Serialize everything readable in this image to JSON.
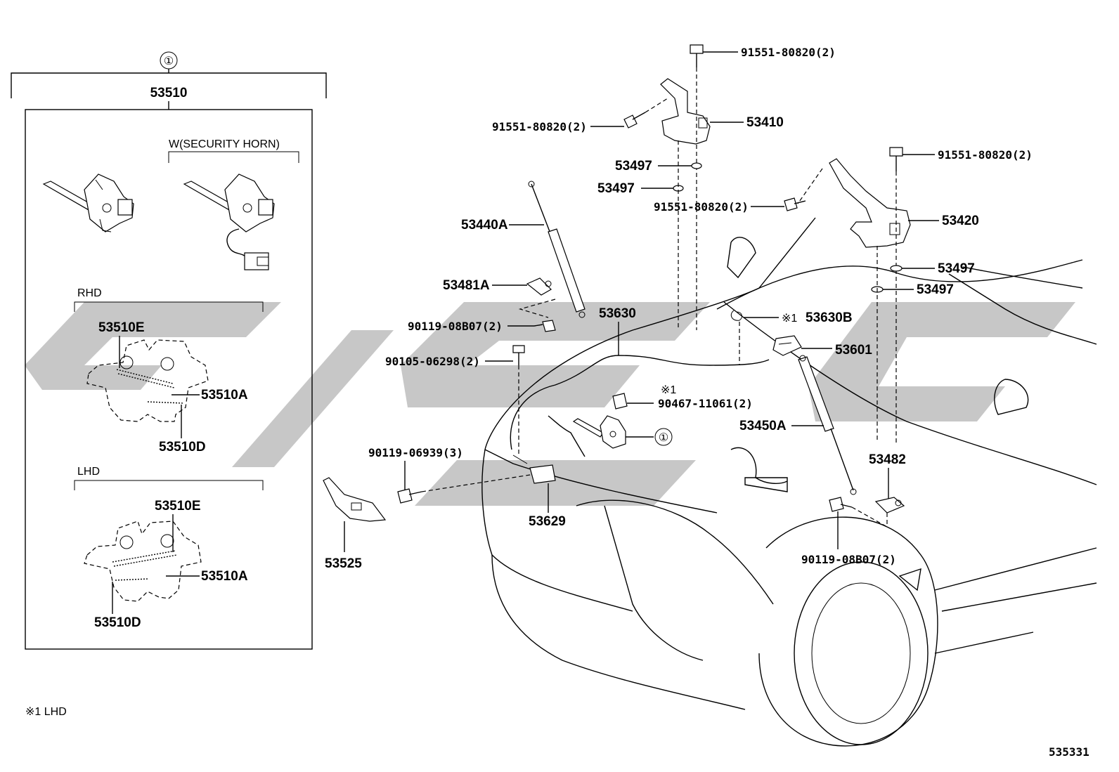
{
  "callouts": {
    "assembly_marker": "①",
    "lhd_note_marker": "※1"
  },
  "inset": {
    "main_part": "53510",
    "security_horn_label": "W(SECURITY HORN)",
    "rhd_label": "RHD",
    "lhd_label": "LHD",
    "rhd_parts": {
      "e": "53510E",
      "a": "53510A",
      "d": "53510D"
    },
    "lhd_parts": {
      "e": "53510E",
      "a": "53510A",
      "d": "53510D"
    }
  },
  "parts": {
    "bolt_top": "91551-80820(2)",
    "hinge_left": "53410",
    "bolt_hinge_left_side": "91551-80820(2)",
    "washer_1": "53497",
    "washer_2": "53497",
    "bolt_mid": "91551-80820(2)",
    "bolt_right_top": "91551-80820(2)",
    "hinge_right": "53420",
    "washer_r1": "53497",
    "washer_r2": "53497",
    "support_left": "53440A",
    "bracket_left": "53481A",
    "bolt_bracket_left": "90119-08B07(2)",
    "screw": "90105-06298(2)",
    "cable": "53630",
    "clip_lhd": "53630B",
    "lever": "53601",
    "clamp": "90467-11061(2)",
    "support_right": "53450A",
    "bolt_latch": "90119-06939(3)",
    "bracket_right": "53482",
    "latch_guide": "53629",
    "cover": "53525",
    "bolt_bracket_right": "90119-08B07(2)"
  },
  "footnote": "※1 LHD",
  "diagram_number": "535331"
}
